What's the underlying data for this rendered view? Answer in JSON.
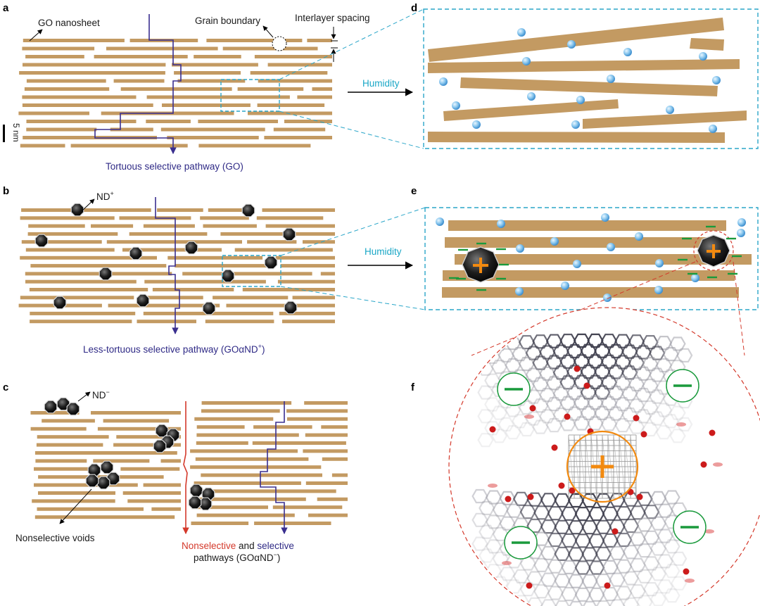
{
  "panels": {
    "a": {
      "letter": "a",
      "sheet_label": "GO nanosheet",
      "grain_label": "Grain boundary",
      "spacing_label": "Interlayer spacing",
      "scale_label": "5 nm",
      "pathway_label": "Tortuous selective pathway (GO)"
    },
    "b": {
      "letter": "b",
      "nd_label": "ND",
      "nd_charge": "+",
      "pathway_label_pre": "Less-tortuous selective pathway (GO",
      "pathway_alpha": "α",
      "pathway_nd": "ND",
      "pathway_charge": "+",
      "pathway_close": ")"
    },
    "c": {
      "letter": "c",
      "nd_label": "ND",
      "nd_charge": "−",
      "voids_label": "Nonselective voids",
      "nonselective_word": "Nonselective",
      "and_word": " and ",
      "selective_word": "selective",
      "pathways_pre": "pathways (GO",
      "pathways_alpha": "α",
      "pathways_nd": "ND",
      "pathways_charge": "−",
      "pathways_close": ")"
    },
    "d": {
      "letter": "d",
      "humidity_label": "Humidity"
    },
    "e": {
      "letter": "e",
      "humidity_label": "Humidity"
    },
    "f": {
      "letter": "f"
    }
  },
  "colors": {
    "sheet": "#c39a62",
    "pathway_selective": "#3a2f8f",
    "pathway_nonselective": "#d4392b",
    "water": "#8ac7ee",
    "dashed_box": "#2aa6c9",
    "negative_charge": "#1a9a3c",
    "positive_charge": "#f28a10",
    "zoom_circle": "#d4392b"
  }
}
